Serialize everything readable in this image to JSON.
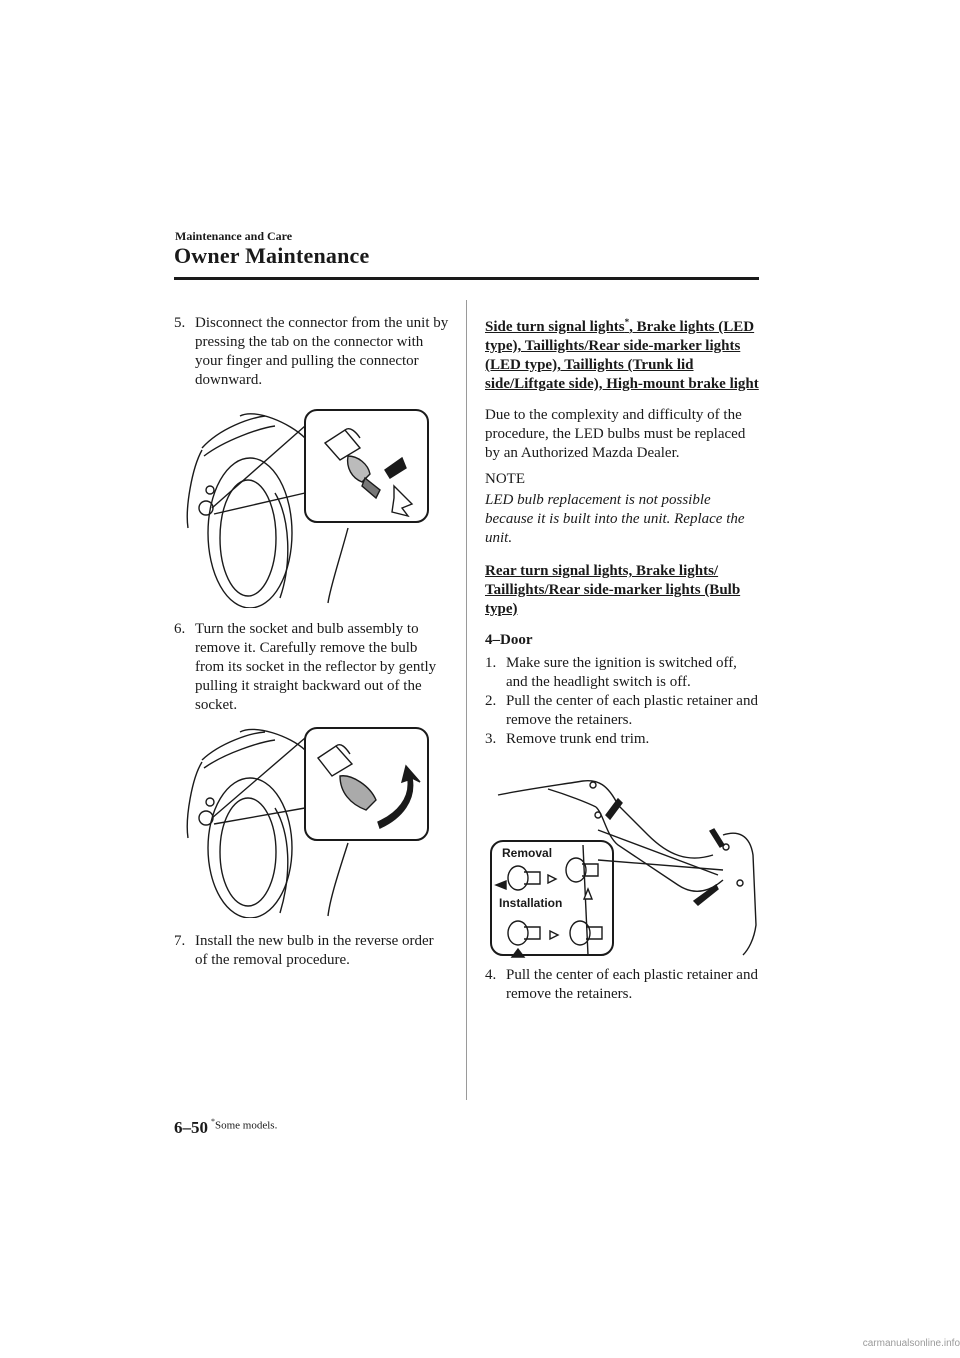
{
  "header": {
    "section": "Maintenance and Care",
    "chapter": "Owner Maintenance"
  },
  "left_column": {
    "step5": {
      "num": "5.",
      "text": "Disconnect the connector from the unit by pressing the tab on the connector with your finger and pulling the connector downward."
    },
    "step6": {
      "num": "6.",
      "text": "Turn the socket and bulb assembly to remove it. Carefully remove the bulb from its socket in the reflector by gently pulling it straight backward out of the socket."
    },
    "step7": {
      "num": "7.",
      "text": "Install the new bulb in the reverse order of the removal procedure."
    }
  },
  "right_column": {
    "led_heading_part1": "Side turn signal lights",
    "led_heading_star": "*",
    "led_heading_part2": ", Brake lights (LED type), Taillights/Rear side-marker lights (LED type), Taillights (Trunk lid side/Liftgate side), High-mount brake light",
    "led_text": "Due to the complexity and difficulty of the procedure, the LED bulbs must be replaced by an Authorized Mazda Dealer.",
    "note_label": "NOTE",
    "note_text": "LED bulb replacement is not possible because it is built into the unit. Replace the unit.",
    "bulb_heading": "Rear turn signal lights, Brake lights/ Taillights/Rear side-marker lights (Bulb type)",
    "door_label": "4–Door",
    "step1": {
      "num": "1.",
      "text": "Make sure the ignition is switched off, and the headlight switch is off."
    },
    "step2": {
      "num": "2.",
      "text": "Pull the center of each plastic retainer and remove the retainers."
    },
    "step3": {
      "num": "3.",
      "text": "Remove trunk end trim."
    },
    "step4": {
      "num": "4.",
      "text": "Pull the center of each plastic retainer and remove the retainers."
    },
    "figure_labels": {
      "removal": "Removal",
      "installation": "Installation"
    }
  },
  "footer": {
    "page_number": "6–50",
    "footnote_star": "*",
    "footnote_text": "Some models.",
    "watermark": "carmanualsonline.info"
  }
}
